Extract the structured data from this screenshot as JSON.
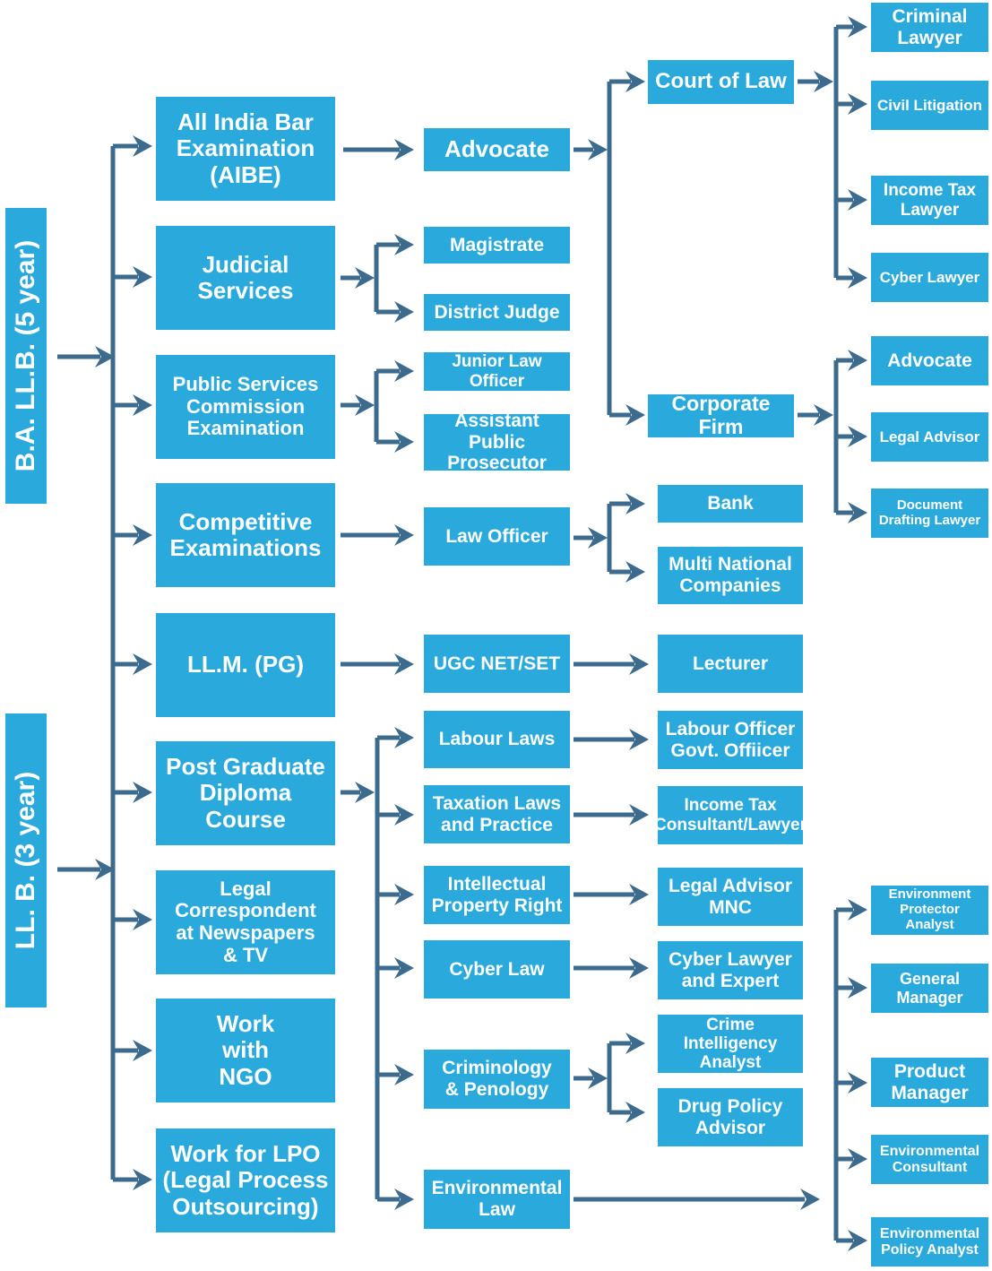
{
  "roots": {
    "ba_llb": "B.A. LL.B. (5 year)",
    "llb": "LL. B. (3 year)"
  },
  "level1": {
    "aibe": "All India Bar\nExamination\n(AIBE)",
    "judicial": "Judicial\nServices",
    "psc": "Public Services\nCommission\nExamination",
    "competitive": "Competitive\nExaminations",
    "llm": "LL.M. (PG)",
    "pg_diploma": "Post Graduate\nDiploma\nCourse",
    "legal_correspondent": "Legal\nCorrespondent\nat Newspapers\n& TV",
    "ngo": "Work\nwith\nNGO",
    "lpo": "Work for LPO\n(Legal Process\nOutsourcing)"
  },
  "level2": {
    "advocate": "Advocate",
    "magistrate": "Magistrate",
    "district_judge": "District Judge",
    "junior_law_officer": "Junior Law Officer",
    "app": "Assistant Public\nProsecutor",
    "law_officer": "Law Officer",
    "ugc": "UGC NET/SET",
    "labour_laws": "Labour Laws",
    "taxation": "Taxation Laws\nand Practice",
    "ipr": "Intellectual\nProperty Right",
    "cyber_law": "Cyber Law",
    "criminology": "Criminology\n& Penology",
    "environmental_law": "Environmental\nLaw"
  },
  "level3": {
    "court_of_law": "Court of Law",
    "corporate_firm": "Corporate Firm",
    "bank": "Bank",
    "mnc": "Multi National\nCompanies",
    "lecturer": "Lecturer",
    "labour_officer": "Labour Officer\nGovt. Offiicer",
    "income_tax_consultant": "Income Tax\nConsultant/Lawyer",
    "legal_advisor_mnc": "Legal Advisor\nMNC",
    "cyber_lawyer_expert": "Cyber Lawyer\nand Expert",
    "crime_intelligence": "Crime Intelligency\nAnalyst",
    "drug_policy": "Drug Policy\nAdvisor"
  },
  "level4": {
    "criminal_lawyer": "Criminal\nLawyer",
    "civil_litigation": "Civil Litigation",
    "income_tax_lawyer": "Income Tax\nLawyer",
    "cyber_lawyer": "Cyber Lawyer",
    "advocate2": "Advocate",
    "legal_advisor": "Legal Advisor",
    "document_drafting": "Document\nDrafting Lawyer",
    "env_protector": "Environment\nProtector Analyst",
    "general_manager": "General\nManager",
    "product_manager": "Product\nManager",
    "env_consultant": "Environmental\nConsultant",
    "env_policy": "Environmental\nPolicy Analyst"
  },
  "colors": {
    "box": "#2aa9dc",
    "connector": "#3d6b8e",
    "text": "#ffffff"
  }
}
